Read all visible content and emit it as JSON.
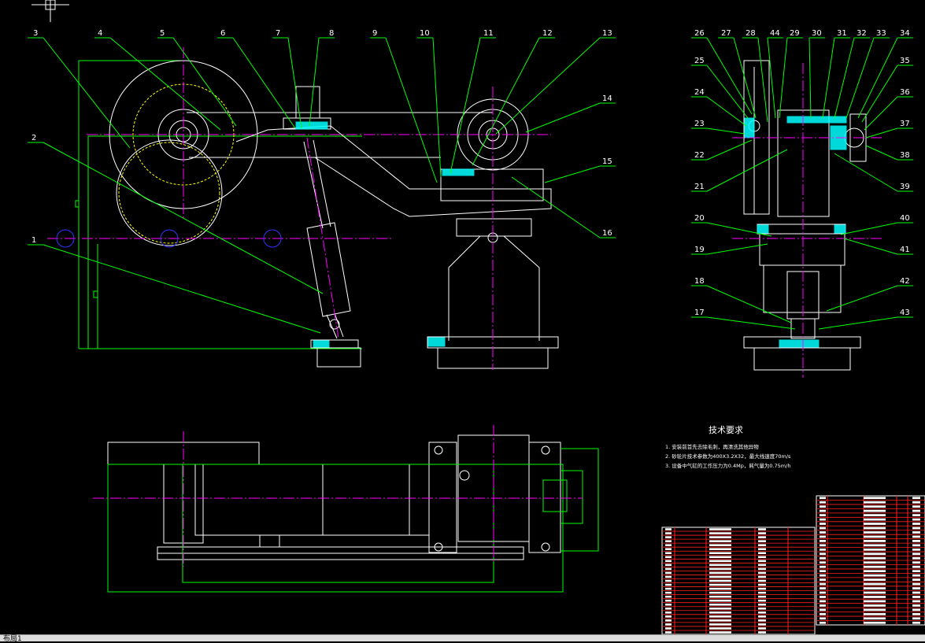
{
  "colors": {
    "background": "#000000",
    "outline": "#ffffff",
    "leader": "#00ff00",
    "center_line": "#ff00ff",
    "hatch": "#00ffff",
    "hidden": "#ffff00",
    "hole": "#3333ff",
    "table_red": "#ff2020"
  },
  "balloons_left": [
    "3",
    "4",
    "5",
    "6",
    "7",
    "8",
    "9",
    "10",
    "11",
    "12",
    "13",
    "14",
    "15",
    "16",
    "2",
    "1"
  ],
  "balloons_right": [
    "26",
    "27",
    "28",
    "44",
    "29",
    "30",
    "31",
    "32",
    "33",
    "34",
    "35",
    "36",
    "37",
    "38",
    "39",
    "25",
    "24",
    "23",
    "22",
    "21",
    "20",
    "40",
    "19",
    "41",
    "18",
    "42",
    "17",
    "43"
  ],
  "tech_requirements": {
    "title": "技术要求",
    "items": [
      "1. 安装前首先去除毛刺，再清洗其他异物",
      "2. 砂轮片技术参数为400X3.2X32，最大线速度70m/s",
      "3. 设备中气缸的工作压力为0.4Mp，耗气量为0.75m/h"
    ]
  },
  "layout_tab": "布局1",
  "icons": [
    "crosshair-icon"
  ]
}
